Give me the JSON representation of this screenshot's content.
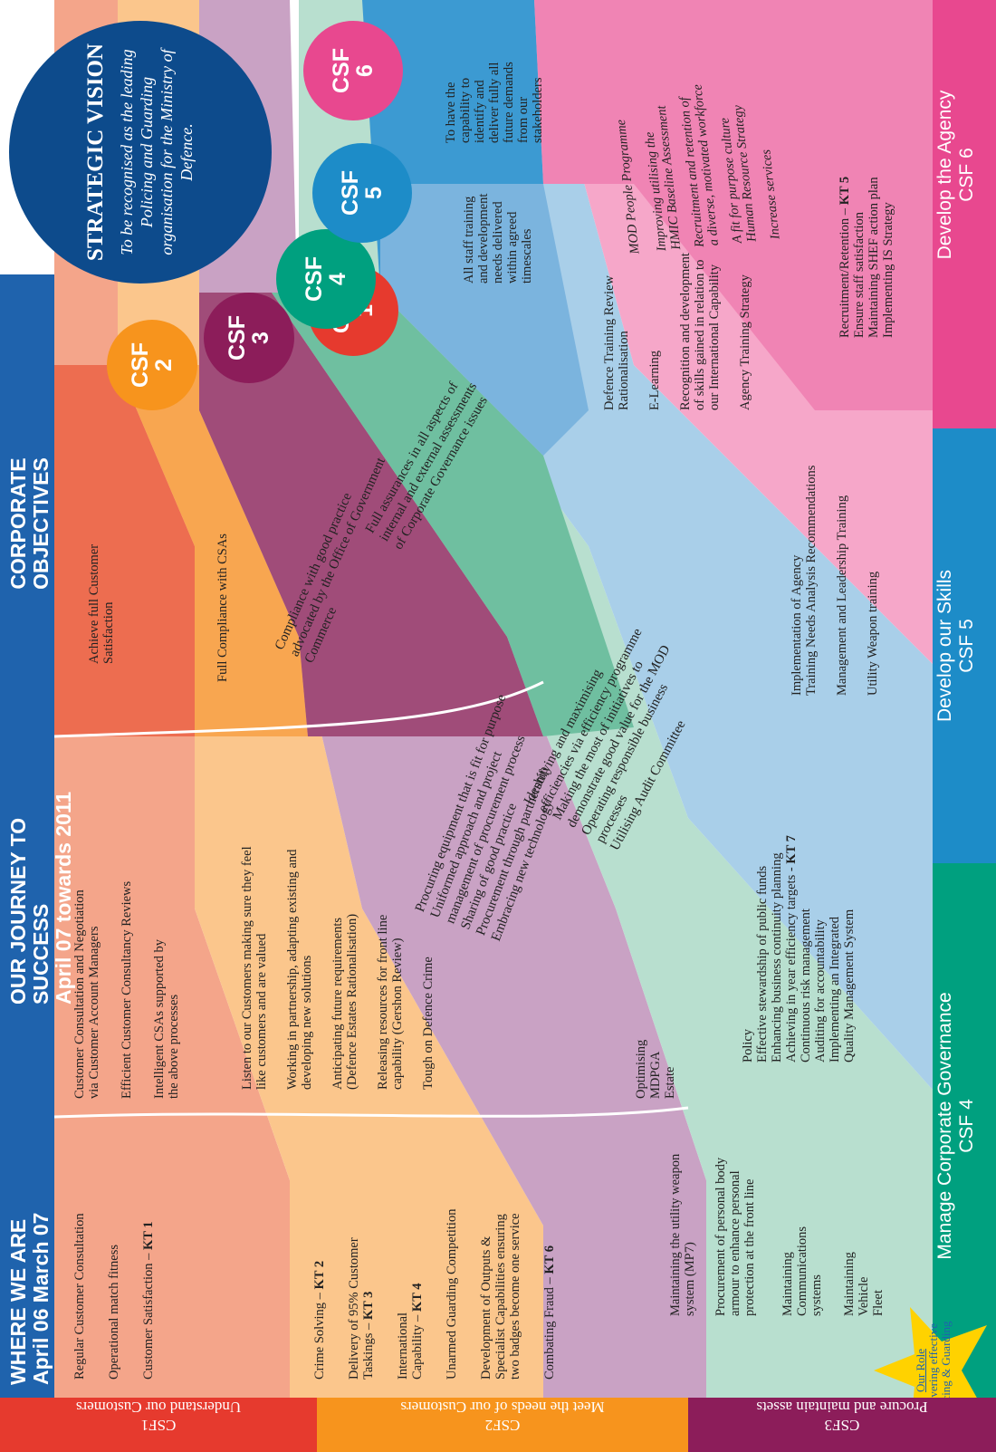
{
  "colors": {
    "csf1": "#e63a2e",
    "csf2": "#f7941d",
    "csf3": "#8c1d5a",
    "csf4": "#00a07f",
    "csf5": "#1d8cc8",
    "csf6": "#e8488f",
    "vision": "#0d4b8c",
    "header": "#1f63ad",
    "star": "#ffd200"
  },
  "columns": {
    "where": {
      "title": "WHERE WE ARE",
      "sub": "April 06  March 07"
    },
    "journey": {
      "title": "OUR JOURNEY TO SUCCESS",
      "sub": "April 07 towards 2011"
    },
    "objectives": {
      "title": "CORPORATE",
      "sub": "OBJECTIVES"
    }
  },
  "vision": {
    "title": "STRATEGIC VISION",
    "text": "To be recognised as the leading Policing and Guarding organisation for the Ministry of Defence."
  },
  "csfs": [
    {
      "label": "CSF",
      "num": "1"
    },
    {
      "label": "CSF",
      "num": "2"
    },
    {
      "label": "CSF",
      "num": "3"
    },
    {
      "label": "CSF",
      "num": "4"
    },
    {
      "label": "CSF",
      "num": "5"
    },
    {
      "label": "CSF",
      "num": "6"
    }
  ],
  "left_labels": {
    "csf1": {
      "name": "Understand our Customers",
      "code": "CSF1"
    },
    "csf2": {
      "name": "Meet the needs of our Customers",
      "code": "CSF2"
    },
    "csf3": {
      "name": "Procure and maintain assets",
      "code": "CSF3"
    }
  },
  "bottom_labels": {
    "csf4": {
      "name": "Manage Corporate Governance",
      "code": "CSF 4"
    },
    "csf5": {
      "name": "Develop our Skills",
      "code": "CSF 5"
    },
    "csf6": {
      "name": "Develop the Agency",
      "code": "CSF 6"
    }
  },
  "star": {
    "line1": "Our Role",
    "line2": "Delivering effective",
    "line3": "Policing & Guarding"
  },
  "csf1": {
    "where": [
      "Regular Customer Consultation",
      "Operational match fitness",
      "Customer Satisfaction – ",
      "KT 1"
    ],
    "journey": [
      "Customer Consultation and Negotiation",
      "via Customer Account Managers",
      "Efficient Customer Consultancy Reviews",
      "Intelligent CSAs supported by",
      "the above processes"
    ],
    "objectives": [
      "Achieve full Customer",
      "Satisfaction"
    ]
  },
  "csf2": {
    "where": [
      "Crime Solving – ",
      "KT 2",
      "Delivery of 95% Customer",
      "Taskings – ",
      "KT 3",
      "International",
      "Capability – ",
      "KT 4",
      "Unarmed Guarding Competition",
      "Development of Outputs &",
      "Specialist Capabilities ensuring",
      "two badges become one service",
      "Combating Fraud – ",
      "KT 6"
    ],
    "journey": [
      "Listen to our Customers making sure they feel",
      "like customers and are valued",
      "Working in partnership, adapting existing and",
      "developing new solutions",
      "Anticipating future requirements",
      "(Defence Estates Rationalisation)",
      "Releasing resources for front line",
      "capability (Gershon Review)",
      "Tough on Defence Crime"
    ],
    "objectives": [
      "Full Compliance with CSAs"
    ]
  },
  "csf3": {
    "where": [
      "Maintaining the utility weapon",
      "system (MP7)",
      "Procurement of personal body",
      "armour to enhance personal",
      "protection at the front line",
      "Maintaining",
      "Communications",
      "systems",
      "Maintaining",
      "Vehicle",
      "Fleet"
    ],
    "estate": [
      "Optimising",
      "MDPGA",
      "Estate"
    ],
    "journey": [
      "Procuring equipment that is fit for purpose",
      "Uniformed approach and project",
      "management of procurement process",
      "Sharing of good practice",
      "Procurement through partnership",
      "Embracing new technology"
    ],
    "objectives": [
      "Compliance with good practice",
      "advocated by the Office of Government",
      "Commerce"
    ]
  },
  "csf4": {
    "journey": [
      "Policy",
      "Effective stewardship of public funds",
      "Enhancing business continuity planning",
      "Achieving in year efficiency targets - ",
      "KT 7",
      "Continuous risk management",
      "Auditing for accountability",
      "Implementing an Integrated",
      "Quality Management System"
    ],
    "diag": [
      "Identifying and maximising",
      "efficiencies via efficiency programme",
      "Making the most of initiatives to",
      "demonstrate good value for the MOD",
      "Operating responsible business",
      "processes",
      "Utilising Audit Committee"
    ],
    "objectives": [
      "Full assurances in all aspects of",
      "internal and external assessments",
      "of Corporate Governance issues"
    ]
  },
  "csf5": {
    "journey": [
      "Implementation of Agency",
      "Training Needs Analysis Recommendations",
      "Management and Leadership Training",
      "Utility Weapon training"
    ],
    "objectives": [
      "Defence Training Review",
      "Rationalisation",
      "E-Learning",
      "Recognition and development",
      "of skills gained in relation to",
      "our International Capability",
      "Agency Training Strategy"
    ],
    "vision": [
      "All staff training",
      "and development",
      "needs delivered",
      "within agreed",
      "timescales"
    ]
  },
  "csf6": {
    "journey": [
      "Recruitment/Retention – ",
      "KT 5",
      "Ensure staff satisfaction",
      "Maintaining SHEF action plan",
      "Implementing IS Strategy"
    ],
    "objectives": [
      "MOD People Programme",
      "Improving utilising the",
      "HMIC Baseline Assessment",
      "Recruitment and retention of",
      "a diverse, motivated workforce",
      "A fit for purpose culture",
      "Human Resource Strategy",
      "Increase services"
    ],
    "vision": [
      "To have the",
      "capability to",
      "identify and",
      "deliver fully all",
      "future demands",
      "from our",
      "stakeholders"
    ]
  }
}
